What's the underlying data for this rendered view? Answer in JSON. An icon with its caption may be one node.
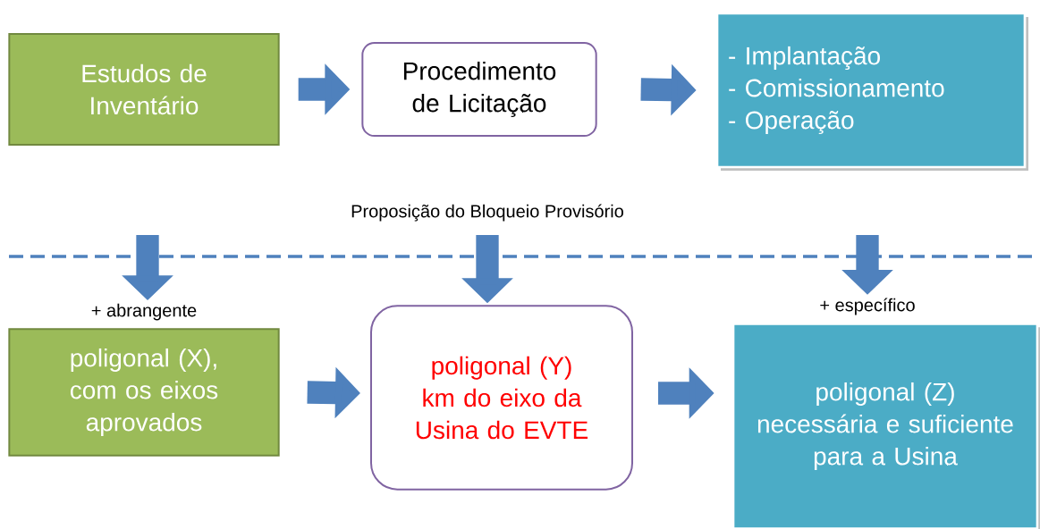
{
  "diagram": {
    "nodes": [
      {
        "text": [
          "Estudos de Inventário"
        ]
      },
      {
        "text": [
          "Procedimento de Licitação"
        ]
      },
      {
        "text": [
          "- Implantação",
          "- Comissionamento",
          "- Operação"
        ]
      },
      {
        "text": [
          "+ abrangente",
          "poligonal (X), com os eixos aprovados"
        ]
      },
      {
        "text": [
          "poligonal (Y) km do eixo da Usina do EVTE"
        ]
      },
      {
        "text": [
          "+ específico",
          "poligonal (Z) necessária e suficiente para a Usina"
        ]
      }
    ],
    "edges": [
      {
        "from": 0,
        "to": 1,
        "arrow": "to"
      },
      {
        "from": 1,
        "to": 2,
        "arrow": "to"
      },
      {
        "from": null,
        "to": 3,
        "arrow": "to"
      },
      {
        "from": null,
        "to": 4,
        "arrow": "to"
      },
      {
        "from": null,
        "to": 5,
        "arrow": "to"
      },
      {
        "from": 3,
        "to": 4,
        "arrow": "to"
      },
      {
        "from": 4,
        "to": 5,
        "arrow": "to"
      }
    ],
    "labels": [
      "Proposição do Bloqueio Provisório"
    ]
  }
}
